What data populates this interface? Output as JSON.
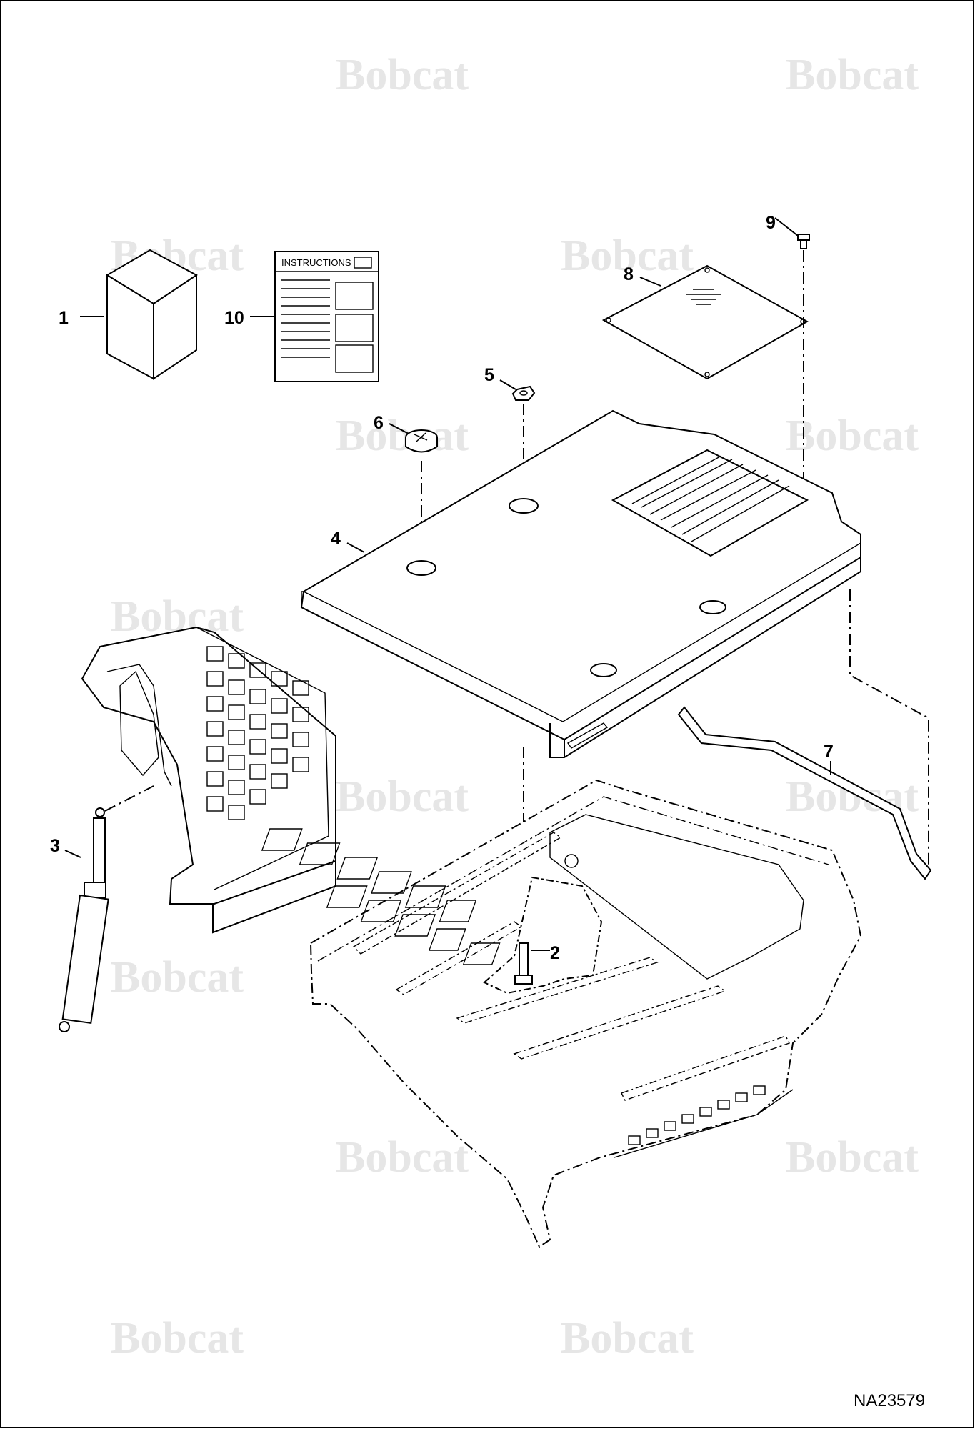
{
  "drawing_number": "NA23579",
  "watermark_text": "Bobcat",
  "instructions_label": "INSTRUCTIONS",
  "callouts": [
    {
      "id": "1",
      "label": "1"
    },
    {
      "id": "2",
      "label": "2"
    },
    {
      "id": "3",
      "label": "3"
    },
    {
      "id": "4",
      "label": "4"
    },
    {
      "id": "5",
      "label": "5"
    },
    {
      "id": "6",
      "label": "6"
    },
    {
      "id": "7",
      "label": "7"
    },
    {
      "id": "8",
      "label": "8"
    },
    {
      "id": "9",
      "label": "9"
    },
    {
      "id": "10",
      "label": "10"
    }
  ],
  "colors": {
    "line": "#000000",
    "watermark": "#e6e6e6",
    "background": "#ffffff"
  }
}
